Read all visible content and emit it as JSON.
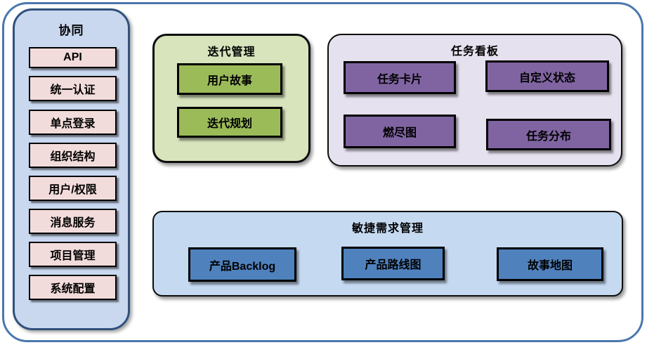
{
  "diagram_title": "",
  "colors": {
    "outer_border": "#4a78ae",
    "sidebar_fill": "#c9d8ef",
    "sidebar_border": "#31517c",
    "sidebar_item_fill": "#f2dcdb",
    "iteration_fill": "#d7e4bc",
    "iteration_item_fill": "#9bbb59",
    "kanban_fill": "#e6e1ee",
    "kanban_item_fill": "#8064a2",
    "agile_fill": "#c5d9f1",
    "agile_item_fill": "#4f81bd",
    "box_border": "#000000",
    "text": "#000000"
  },
  "sidebar": {
    "title": "协同",
    "items": [
      "API",
      "统一认证",
      "单点登录",
      "组织结构",
      "用户/权限",
      "消息服务",
      "项目管理",
      "系统配置"
    ]
  },
  "groups": {
    "iteration": {
      "title": "迭代管理",
      "items": [
        "用户故事",
        "迭代规划"
      ]
    },
    "kanban": {
      "title": "任务看板",
      "items": [
        "任务卡片",
        "自定义状态",
        "燃尽图",
        "任务分布"
      ]
    },
    "agile": {
      "title": "敏捷需求管理",
      "items": [
        "产品Backlog",
        "产品路线图",
        "故事地图"
      ]
    }
  }
}
